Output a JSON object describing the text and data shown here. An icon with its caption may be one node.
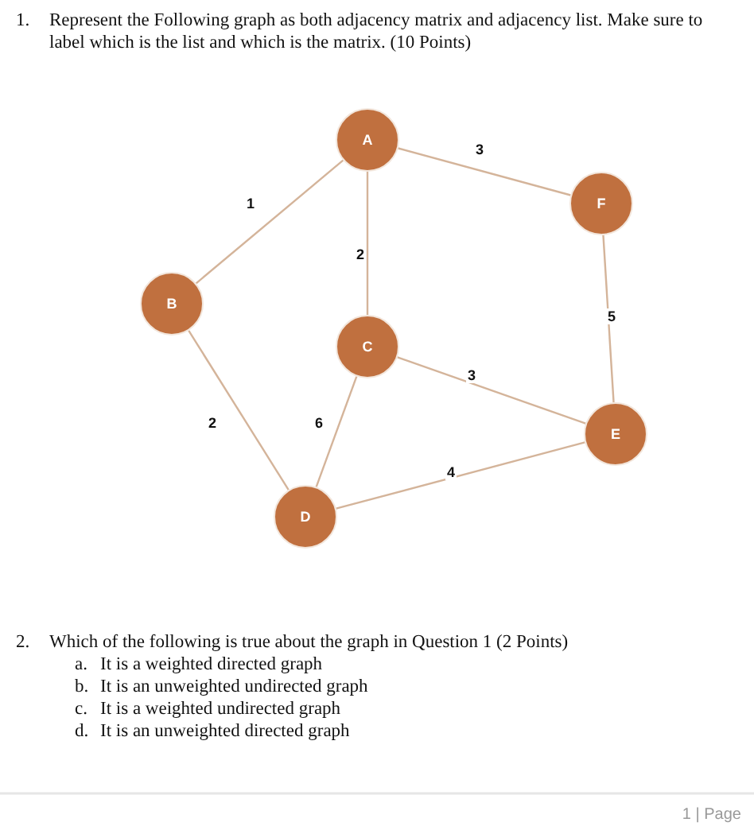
{
  "diagram": {
    "nodes": [
      {
        "text": [
          "A"
        ]
      },
      {
        "text": [
          "F"
        ]
      },
      {
        "text": [
          "B"
        ]
      },
      {
        "text": [
          "C"
        ]
      },
      {
        "text": [
          "E"
        ]
      },
      {
        "text": [
          "D"
        ]
      }
    ],
    "edges": [
      {
        "from": 0,
        "to": 2,
        "arrow": "none",
        "label": "1"
      },
      {
        "from": 0,
        "to": 1,
        "arrow": "none",
        "label": "3"
      },
      {
        "from": 0,
        "to": 3,
        "arrow": "none",
        "label": "2"
      },
      {
        "from": 2,
        "to": 5,
        "arrow": "none",
        "label": "2"
      },
      {
        "from": 3,
        "to": 5,
        "arrow": "none",
        "label": "6"
      },
      {
        "from": 3,
        "to": 4,
        "arrow": "none",
        "label": "3"
      },
      {
        "from": 1,
        "to": 4,
        "arrow": "none",
        "label": "5"
      },
      {
        "from": 5,
        "to": 4,
        "arrow": "none",
        "label": "4"
      }
    ],
    "labels": [
      "1.",
      "Represent the Following graph as both adjacency matrix and adjacency list. Make sure to label which is the list and which is the matrix. (10 Points)",
      "2.",
      "Which of the following is true about the graph in Question 1 (2 Points)",
      "a.",
      "It is a weighted directed graph",
      "b.",
      "It is an unweighted undirected graph",
      "c.",
      "It is a weighted undirected graph",
      "d.",
      "It is an unweighted directed graph",
      "1 | Page"
    ]
  }
}
